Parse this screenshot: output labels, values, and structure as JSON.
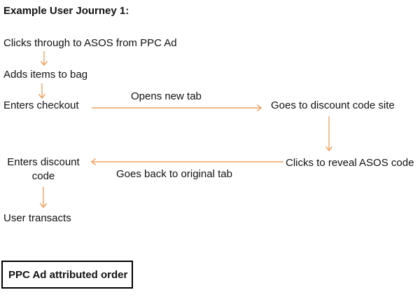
{
  "title": "Example User Journey 1:",
  "colors": {
    "arrow": "#F0A465",
    "text": "#111111",
    "box_border": "#000000"
  },
  "steps": {
    "clicks_through": "Clicks through to ASOS from PPC Ad",
    "adds_items": "Adds items to bag",
    "enters_checkout": "Enters checkout",
    "goes_to_discount_site": "Goes to discount code site",
    "clicks_reveal_code": "Clicks to reveal ASOS code",
    "enters_discount_code": "Enters discount code",
    "user_transacts": "User transacts"
  },
  "transitions": {
    "opens_new_tab": "Opens new tab",
    "goes_back_to_original_tab": "Goes back to original tab"
  },
  "outcome_box": "PPC Ad attributed order"
}
